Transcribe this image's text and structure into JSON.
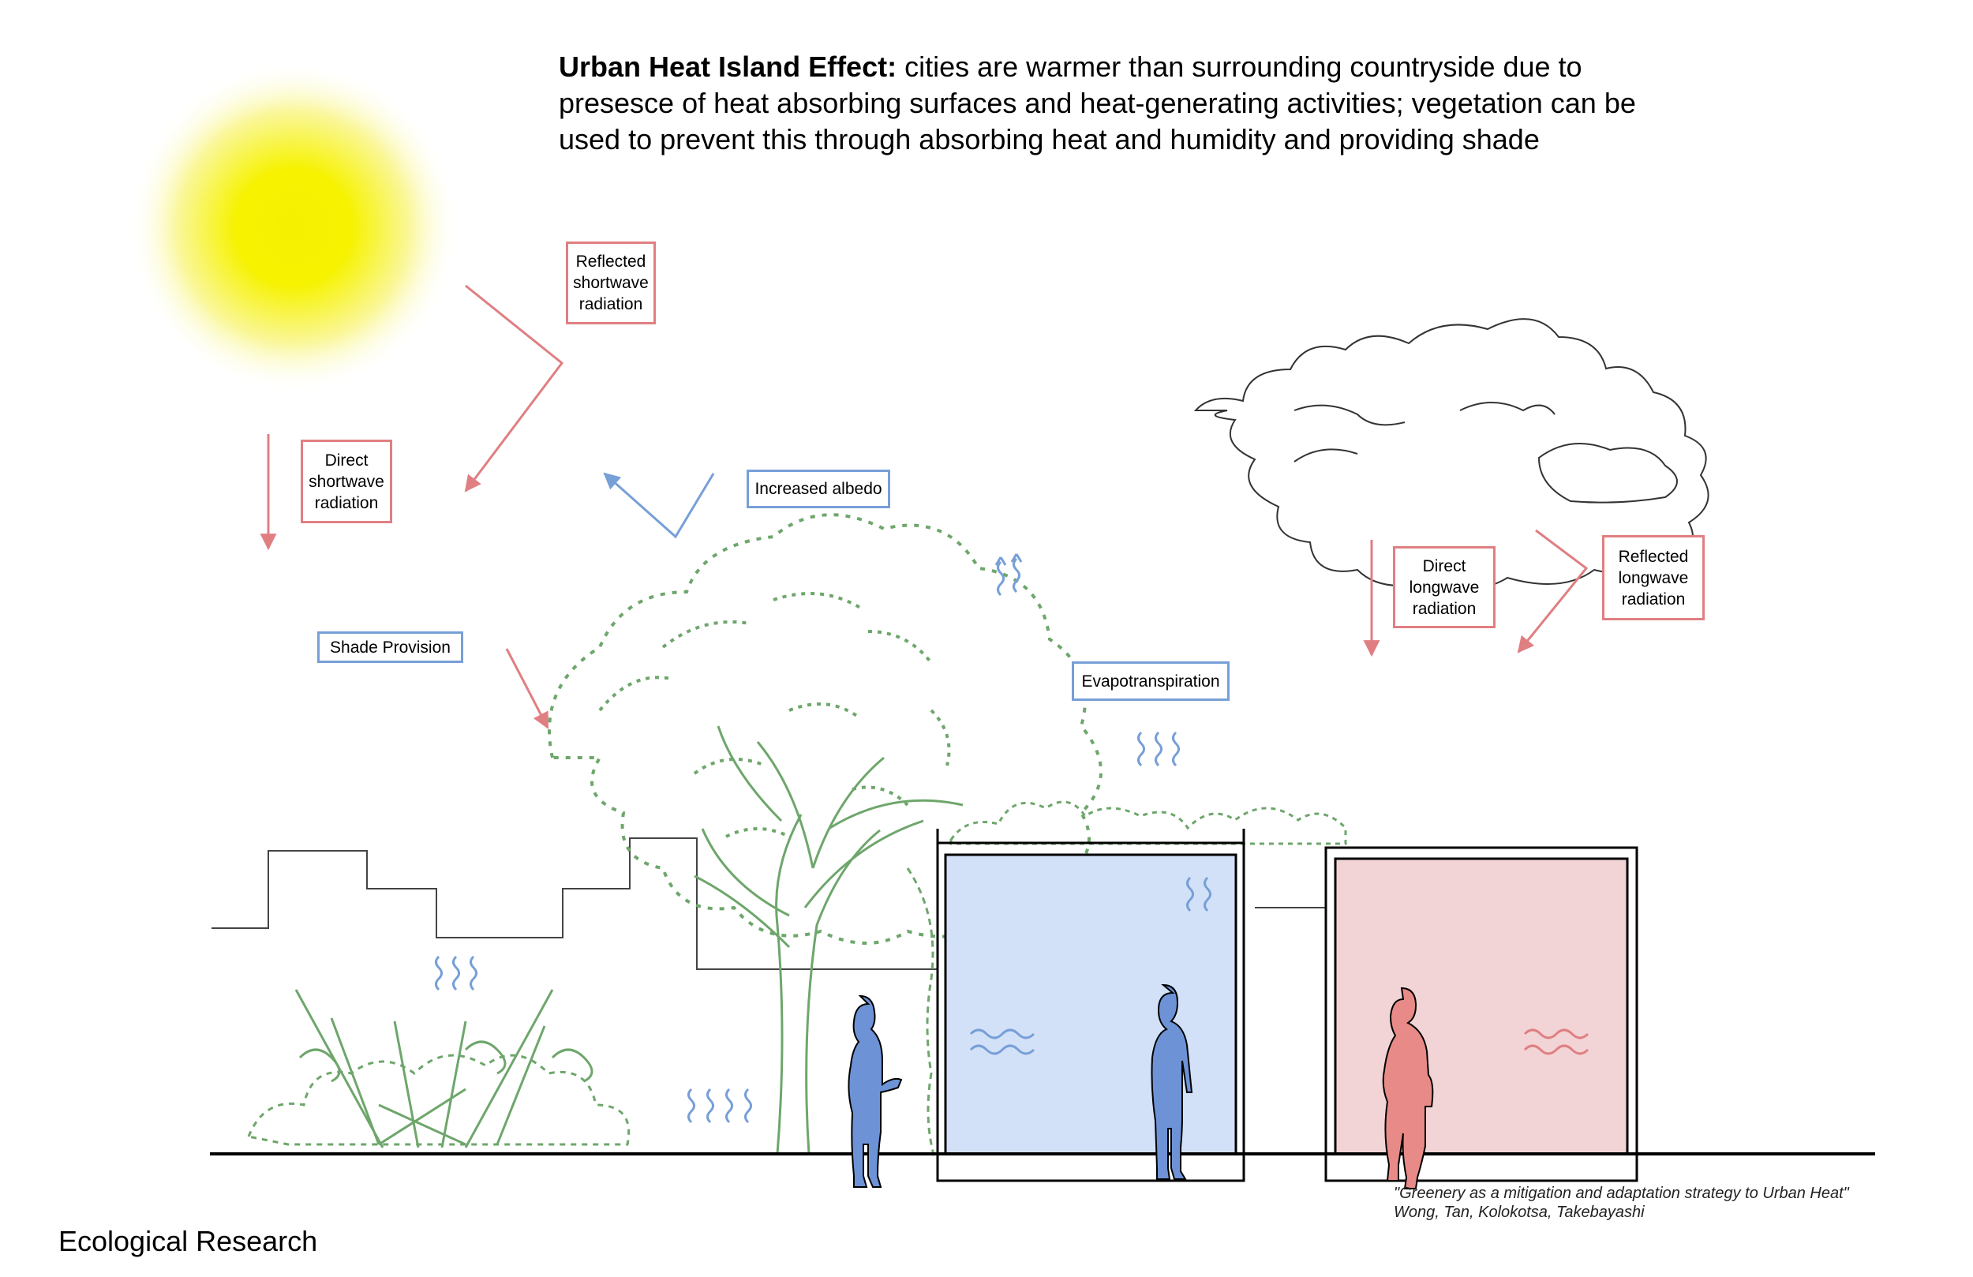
{
  "title": {
    "bold": "Urban Heat Island Effect:",
    "rest": "cities are warmer than surrounding countryside due to presesce of heat absorbing surfaces and heat-generating activities; vegetation can be used to prevent this through absorbing heat and humidity and providing shade"
  },
  "labels": {
    "reflected_shortwave": "Reflected shortwave radiation",
    "direct_shortwave": "Direct shortwave radiation",
    "increased_albedo": "Increased albedo",
    "shade_provision": "Shade Provision",
    "evapotranspiration": "Evapotranspiration",
    "direct_longwave": "Direct longwave radiation",
    "reflected_longwave": "Reflected longwave radiation"
  },
  "citation": {
    "line1": "\"Greenery as a mitigation and adaptation strategy to Urban Heat\"",
    "line2": "Wong, Tan, Kolokotsa, Takebayashi"
  },
  "footer": "Ecological Research",
  "colors": {
    "red": "#e07f82",
    "blue": "#779fd8",
    "green": "#6ea66b",
    "sun": "#f5f000",
    "cool_room": "#d2e1f7",
    "hot_room": "#f2d4d6",
    "person_blue": "#6d93d6",
    "person_red": "#e88b88"
  }
}
